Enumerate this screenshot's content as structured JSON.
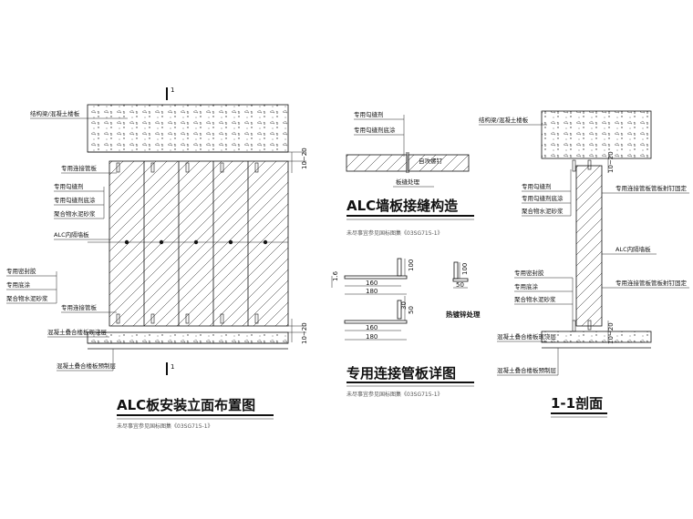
{
  "left": {
    "section_mark": "1",
    "labels": {
      "structure_beam": "结构梁/混凝土楼板",
      "connector_top": "专用连接管板",
      "caulk_agent": "专用勾缝剂",
      "caulk_primer": "专用勾缝剂底涂",
      "polymer_mortar": "聚合物水泥砂浆",
      "alc_partition": "ALC内隔墙板",
      "sealant": "专用密封胶",
      "primer": "专用底涂",
      "polymer_mortar_2": "聚合物水泥砂浆",
      "connector_bottom": "专用连接管板",
      "floor_cast": "混凝土叠合楼板现浇层",
      "floor_precast": "混凝土叠合楼板预制层"
    },
    "dims": {
      "top": "10~20",
      "bottom": "10~20"
    },
    "title": "ALC板安装立面布置图",
    "subtitle": "未尽事宜参见国标图集《03SG715-1》"
  },
  "joint": {
    "labels": {
      "caulk_agent": "专用勾缝剂",
      "caulk_primer": "专用勾缝剂底涂",
      "self_tapping": "自攻螺钉",
      "joint_treatment": "板缝处理"
    },
    "title": "ALC墙板接缝构造",
    "subtitle": "未尽事宜参见国标图集《03SG715-1》"
  },
  "plate": {
    "dims": {
      "t": "1.6",
      "h100a": "100",
      "w160a": "160",
      "w180a": "180",
      "h50": "50",
      "h30": "30",
      "w160b": "160",
      "w180b": "180",
      "side_h": "100",
      "side_w": "50"
    },
    "galv": "热镀锌处理",
    "title": "专用连接管板详图",
    "subtitle": "未尽事宜参见国标图集《03SG715-1》"
  },
  "section": {
    "labels": {
      "structure_beam": "结构梁/混凝土楼板",
      "caulk_agent": "专用勾缝剂",
      "caulk_primer": "专用勾缝剂底涂",
      "polymer_mortar": "聚合物水泥砂浆",
      "connector_top": "专用连接管板管板射钉固定",
      "alc_partition": "ALC内隔墙板",
      "sealant": "专用密封胶",
      "primer": "专用底涂",
      "polymer_mortar_2": "聚合物水泥砂浆",
      "connector_bottom": "专用连接管板管板射钉固定",
      "floor_cast": "混凝土叠合楼板现浇层",
      "floor_precast": "混凝土叠合楼板预制层"
    },
    "dims": {
      "top": "10~20",
      "bottom": "10~20"
    },
    "title": "1-1剖面"
  }
}
